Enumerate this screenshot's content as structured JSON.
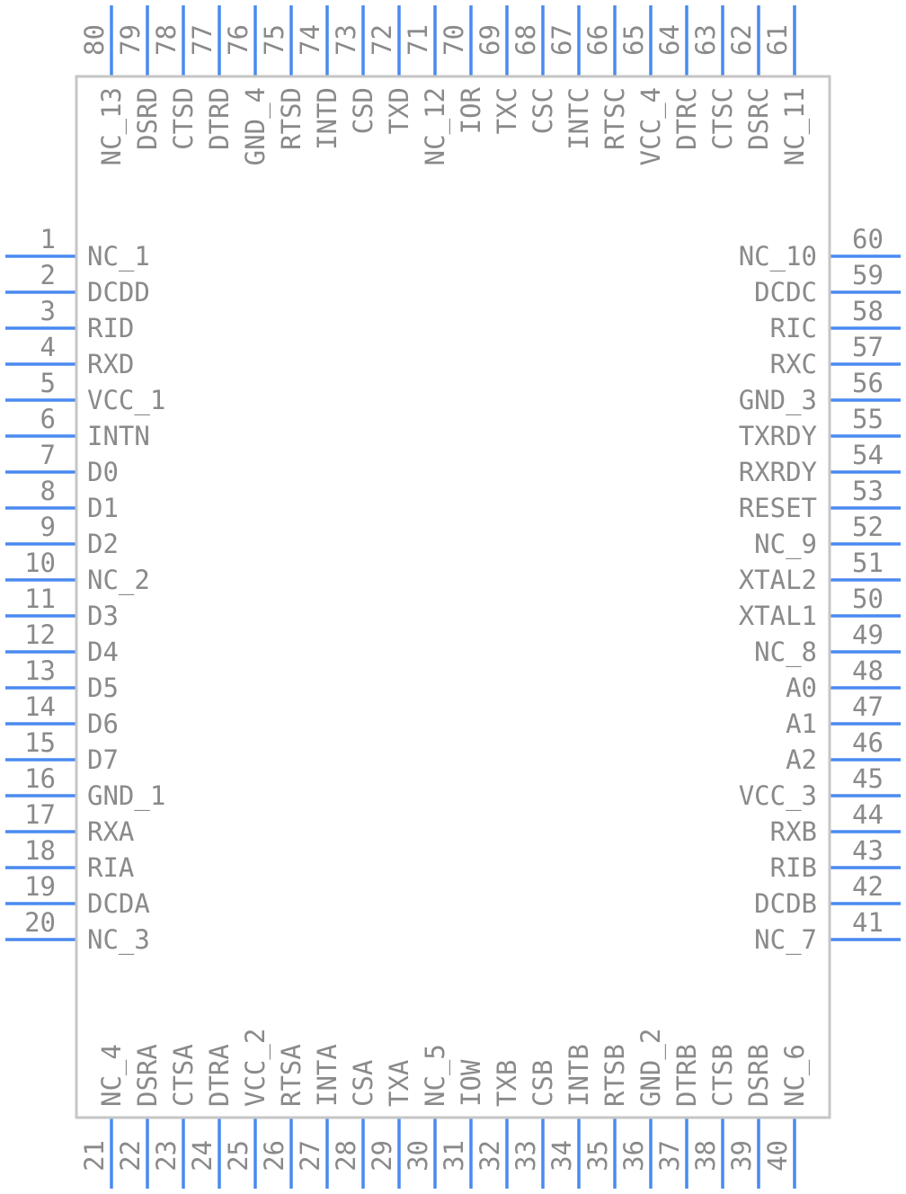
{
  "component": {
    "pins": [
      {
        "number": "1",
        "label": "NC_1"
      },
      {
        "number": "2",
        "label": "DCDD"
      },
      {
        "number": "3",
        "label": "RID"
      },
      {
        "number": "4",
        "label": "RXD"
      },
      {
        "number": "5",
        "label": "VCC_1"
      },
      {
        "number": "6",
        "label": "INTN"
      },
      {
        "number": "7",
        "label": "D0"
      },
      {
        "number": "8",
        "label": "D1"
      },
      {
        "number": "9",
        "label": "D2"
      },
      {
        "number": "10",
        "label": "NC_2"
      },
      {
        "number": "11",
        "label": "D3"
      },
      {
        "number": "12",
        "label": "D4"
      },
      {
        "number": "13",
        "label": "D5"
      },
      {
        "number": "14",
        "label": "D6"
      },
      {
        "number": "15",
        "label": "D7"
      },
      {
        "number": "16",
        "label": "GND_1"
      },
      {
        "number": "17",
        "label": "RXA"
      },
      {
        "number": "18",
        "label": "RIA"
      },
      {
        "number": "19",
        "label": "DCDA"
      },
      {
        "number": "20",
        "label": "NC_3"
      },
      {
        "number": "21",
        "label": "NC_4"
      },
      {
        "number": "22",
        "label": "DSRA"
      },
      {
        "number": "23",
        "label": "CTSA"
      },
      {
        "number": "24",
        "label": "DTRA"
      },
      {
        "number": "25",
        "label": "VCC_2"
      },
      {
        "number": "26",
        "label": "RTSA"
      },
      {
        "number": "27",
        "label": "INTA"
      },
      {
        "number": "28",
        "label": "CSA"
      },
      {
        "number": "29",
        "label": "TXA"
      },
      {
        "number": "30",
        "label": "NC_5"
      },
      {
        "number": "31",
        "label": "IOW"
      },
      {
        "number": "32",
        "label": "TXB"
      },
      {
        "number": "33",
        "label": "CSB"
      },
      {
        "number": "34",
        "label": "INTB"
      },
      {
        "number": "35",
        "label": "RTSB"
      },
      {
        "number": "36",
        "label": "GND_2"
      },
      {
        "number": "37",
        "label": "DTRB"
      },
      {
        "number": "38",
        "label": "CTSB"
      },
      {
        "number": "39",
        "label": "DSRB"
      },
      {
        "number": "40",
        "label": "NC_6"
      },
      {
        "number": "41",
        "label": "NC_7"
      },
      {
        "number": "42",
        "label": "DCDB"
      },
      {
        "number": "43",
        "label": "RIB"
      },
      {
        "number": "44",
        "label": "RXB"
      },
      {
        "number": "45",
        "label": "VCC_3"
      },
      {
        "number": "46",
        "label": "A2"
      },
      {
        "number": "47",
        "label": "A1"
      },
      {
        "number": "48",
        "label": "A0"
      },
      {
        "number": "49",
        "label": "NC_8"
      },
      {
        "number": "50",
        "label": "XTAL1"
      },
      {
        "number": "51",
        "label": "XTAL2"
      },
      {
        "number": "52",
        "label": "NC_9"
      },
      {
        "number": "53",
        "label": "RESET"
      },
      {
        "number": "54",
        "label": "RXRDY"
      },
      {
        "number": "55",
        "label": "TXRDY"
      },
      {
        "number": "56",
        "label": "GND_3"
      },
      {
        "number": "57",
        "label": "RXC"
      },
      {
        "number": "58",
        "label": "RIC"
      },
      {
        "number": "59",
        "label": "DCDC"
      },
      {
        "number": "60",
        "label": "NC_10"
      },
      {
        "number": "61",
        "label": "NC_11"
      },
      {
        "number": "62",
        "label": "DSRC"
      },
      {
        "number": "63",
        "label": "CTSC"
      },
      {
        "number": "64",
        "label": "DTRC"
      },
      {
        "number": "65",
        "label": "VCC_4"
      },
      {
        "number": "66",
        "label": "RTSC"
      },
      {
        "number": "67",
        "label": "INTC"
      },
      {
        "number": "68",
        "label": "CSC"
      },
      {
        "number": "69",
        "label": "TXC"
      },
      {
        "number": "70",
        "label": "IOR"
      },
      {
        "number": "71",
        "label": "NC_12"
      },
      {
        "number": "72",
        "label": "TXD"
      },
      {
        "number": "73",
        "label": "CSD"
      },
      {
        "number": "74",
        "label": "INTD"
      },
      {
        "number": "75",
        "label": "RTSD"
      },
      {
        "number": "76",
        "label": "GND_4"
      },
      {
        "number": "77",
        "label": "DTRD"
      },
      {
        "number": "78",
        "label": "CTSD"
      },
      {
        "number": "79",
        "label": "DSRD"
      },
      {
        "number": "80",
        "label": "NC_13"
      }
    ],
    "colors": {
      "pin": "#4a8af0",
      "body_outline": "#c6c6c6",
      "text": "#8a8a8a",
      "background": "#ffffff"
    }
  }
}
